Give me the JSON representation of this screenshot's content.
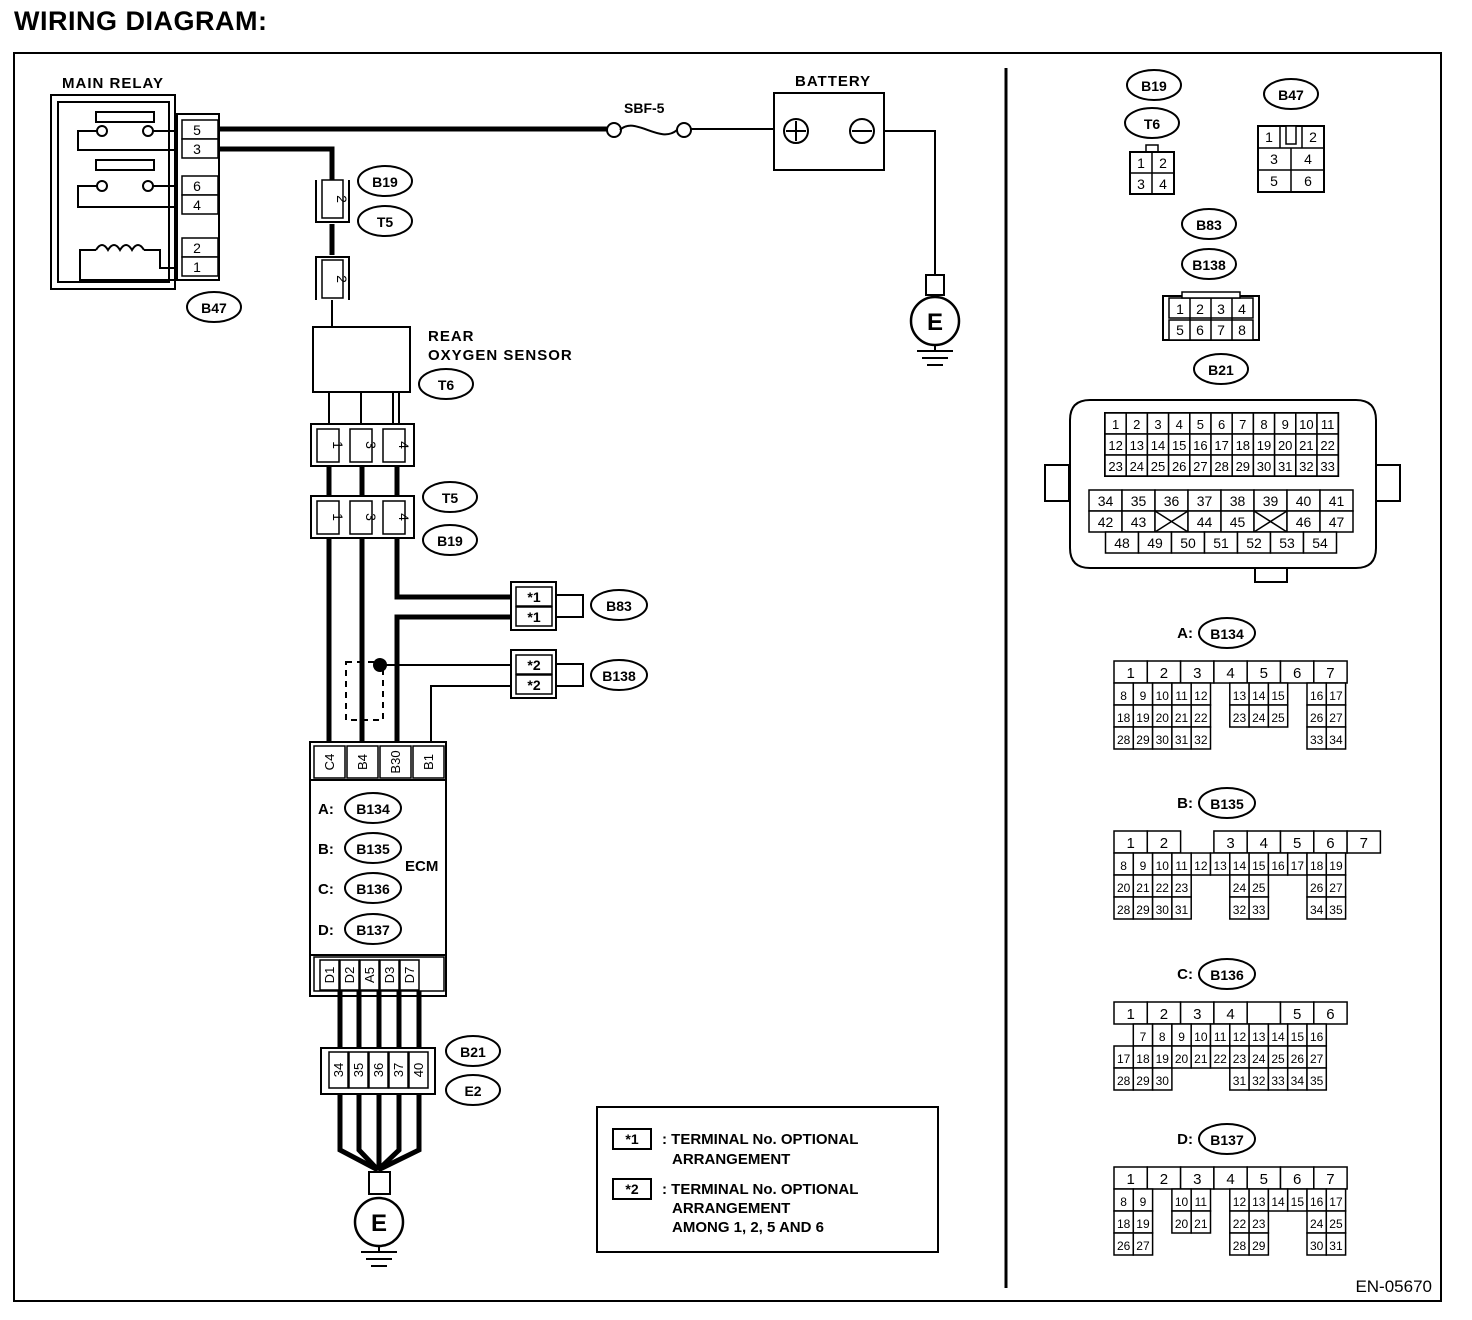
{
  "title": "WIRING DIAGRAM:",
  "main_relay": {
    "label": "MAIN RELAY",
    "terminals": [
      "5",
      "3",
      "6",
      "4",
      "2",
      "1"
    ],
    "connector": "B47"
  },
  "battery": {
    "label": "BATTERY"
  },
  "fuse": {
    "label": "SBF-5"
  },
  "ground_label": "E",
  "conn_b19_t5_top": {
    "terminal": "2",
    "labels": [
      "B19",
      "T5"
    ]
  },
  "sensor": {
    "label_line1": "REAR",
    "label_line2": "OXYGEN SENSOR",
    "connector": "T6",
    "terminals": [
      "1",
      "3",
      "4"
    ]
  },
  "conn_t5_b19": {
    "labels": [
      "T5",
      "B19"
    ],
    "terminals": [
      "1",
      "3",
      "4"
    ]
  },
  "b83": {
    "label": "B83",
    "terminals": [
      "*1",
      "*1"
    ]
  },
  "b138": {
    "label": "B138",
    "terminals": [
      "*2",
      "*2"
    ]
  },
  "ecm": {
    "label": "ECM",
    "top_pins": [
      "C4",
      "B4",
      "B30",
      "B1"
    ],
    "connectors": [
      {
        "prefix": "A:",
        "name": "B134"
      },
      {
        "prefix": "B:",
        "name": "B135"
      },
      {
        "prefix": "C:",
        "name": "B136"
      },
      {
        "prefix": "D:",
        "name": "B137"
      }
    ],
    "bottom_pins": [
      "D1",
      "D2",
      "A5",
      "D3",
      "D7"
    ]
  },
  "b21_e2": {
    "labels": [
      "B21",
      "E2"
    ],
    "terminals": [
      "34",
      "35",
      "36",
      "37",
      "40"
    ]
  },
  "legend": {
    "k1": "*1",
    "t1a": ": TERMINAL No. OPTIONAL",
    "t1b": "ARRANGEMENT",
    "k2": "*2",
    "t2a": ": TERMINAL No. OPTIONAL",
    "t2b": "ARRANGEMENT",
    "t2c": "AMONG 1, 2, 5  AND 6"
  },
  "conn_views": {
    "b19_t6": {
      "labels": [
        "B19",
        "T6"
      ],
      "pins": [
        "1",
        "2",
        "3",
        "4"
      ]
    },
    "b47": {
      "label": "B47",
      "pins": [
        "1",
        "2",
        "3",
        "4",
        "5",
        "6"
      ]
    },
    "b83_b138": {
      "labels": [
        "B83",
        "B138"
      ],
      "pins": [
        "1",
        "2",
        "3",
        "4",
        "5",
        "6",
        "7",
        "8"
      ]
    },
    "b21": {
      "label": "B21",
      "rows_top": [
        [
          "1",
          "2",
          "3",
          "4",
          "5",
          "6",
          "7",
          "8",
          "9",
          "10",
          "11"
        ],
        [
          "12",
          "13",
          "14",
          "15",
          "16",
          "17",
          "18",
          "19",
          "20",
          "21",
          "22"
        ],
        [
          "23",
          "24",
          "25",
          "26",
          "27",
          "28",
          "29",
          "30",
          "31",
          "32",
          "33"
        ]
      ],
      "rows_bottom": [
        [
          "34",
          "35",
          "36",
          "37",
          "38",
          "39",
          "40",
          "41"
        ],
        [
          "42",
          "43",
          "",
          "44",
          "45",
          "",
          "46",
          "47"
        ],
        [
          "48",
          "49",
          "50",
          "51",
          "52",
          "53",
          "54"
        ]
      ]
    },
    "b134": {
      "prefix": "A:",
      "label": "B134",
      "header": [
        "1",
        "2",
        "3",
        "4",
        "5",
        "6",
        "7"
      ],
      "rows": [
        [
          "8",
          "9",
          "10",
          "11",
          "12",
          "",
          "13",
          "14",
          "15",
          "",
          "16",
          "17"
        ],
        [
          "18",
          "19",
          "20",
          "21",
          "22",
          "",
          "23",
          "24",
          "25",
          "",
          "26",
          "27"
        ],
        [
          "28",
          "29",
          "30",
          "31",
          "32",
          "",
          "",
          "",
          "",
          "",
          "33",
          "34"
        ]
      ]
    },
    "b135": {
      "prefix": "B:",
      "label": "B135",
      "header": [
        "1",
        "2",
        "",
        "3",
        "4",
        "5",
        "6",
        "7"
      ],
      "rows": [
        [
          "8",
          "9",
          "10",
          "11",
          "12",
          "13",
          "14",
          "15",
          "16",
          "17",
          "18",
          "19"
        ],
        [
          "20",
          "21",
          "22",
          "23",
          "",
          "",
          "24",
          "25",
          "",
          "",
          "26",
          "27"
        ],
        [
          "28",
          "29",
          "30",
          "31",
          "",
          "",
          "32",
          "33",
          "",
          "",
          "34",
          "35"
        ]
      ]
    },
    "b136": {
      "prefix": "C:",
      "label": "B136",
      "header": [
        "1",
        "2",
        "3",
        "4",
        "",
        "5",
        "6"
      ],
      "rows": [
        [
          "",
          "7",
          "8",
          "9",
          "10",
          "11",
          "12",
          "13",
          "14",
          "15",
          "16"
        ],
        [
          "17",
          "18",
          "19",
          "20",
          "21",
          "22",
          "23",
          "24",
          "25",
          "26",
          "27"
        ],
        [
          "28",
          "29",
          "30",
          "",
          "",
          "",
          "31",
          "32",
          "33",
          "34",
          "35"
        ]
      ]
    },
    "b137": {
      "prefix": "D:",
      "label": "B137",
      "header": [
        "1",
        "2",
        "3",
        "4",
        "5",
        "6",
        "7"
      ],
      "rows": [
        [
          "8",
          "9",
          "",
          "10",
          "11",
          "",
          "12",
          "13",
          "14",
          "15",
          "16",
          "17"
        ],
        [
          "18",
          "19",
          "",
          "20",
          "21",
          "",
          "22",
          "23",
          "",
          "",
          "24",
          "25"
        ],
        [
          "26",
          "27",
          "",
          "",
          "",
          "",
          "28",
          "29",
          "",
          "",
          "30",
          "31"
        ]
      ]
    }
  },
  "doc_id": "EN-05670"
}
